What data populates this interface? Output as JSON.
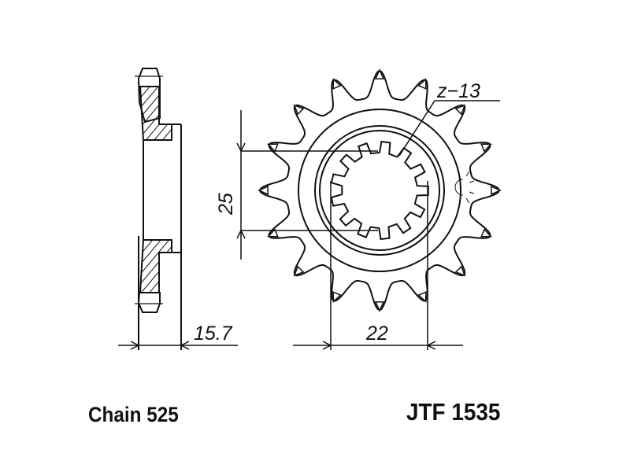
{
  "diagram": {
    "teeth_label": "z−13",
    "sprocket_teeth": 16,
    "spline_teeth": 13,
    "dim_spline_diameter": "25",
    "dim_hub_diameter": "22",
    "dim_width": "15.7",
    "chain_label": "Chain 525",
    "part_number": "JTF 1535",
    "line_color": "#111111"
  }
}
